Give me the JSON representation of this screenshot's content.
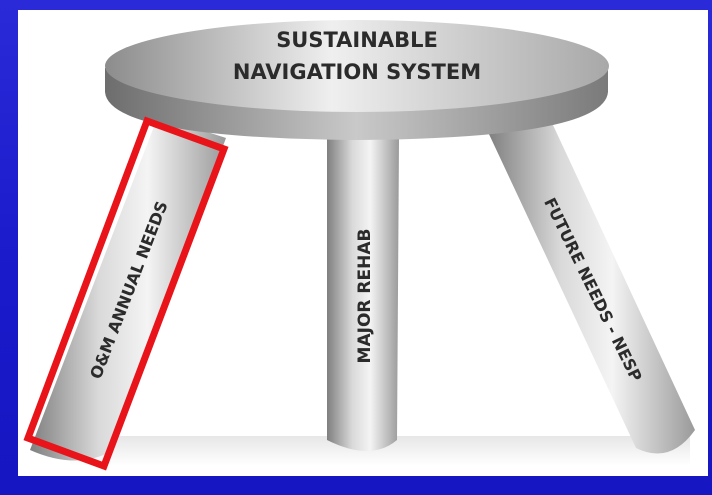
{
  "diagram": {
    "seat": {
      "line1": "SUSTAINABLE",
      "line2": "NAVIGATION SYSTEM"
    },
    "legs": [
      {
        "label": "O&M ANNUAL NEEDS",
        "highlighted": true
      },
      {
        "label": "MAJOR REHAB",
        "highlighted": false
      },
      {
        "label": "FUTURE NEEDS - NESP",
        "highlighted": false
      }
    ]
  },
  "colors": {
    "background": "#1a1acb",
    "panel": "#ffffff",
    "highlight": "#e8141a",
    "text": "#2b2b2b"
  }
}
